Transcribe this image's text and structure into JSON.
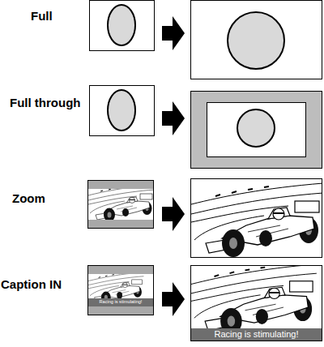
{
  "diagram": {
    "nodes": [
      {
        "text": [
          "Racing is stimulating!"
        ]
      },
      {
        "text": [
          "Racing is stimulating!"
        ]
      }
    ],
    "labels": [
      "Full",
      "Full through",
      "Zoom",
      "Caption IN"
    ]
  }
}
